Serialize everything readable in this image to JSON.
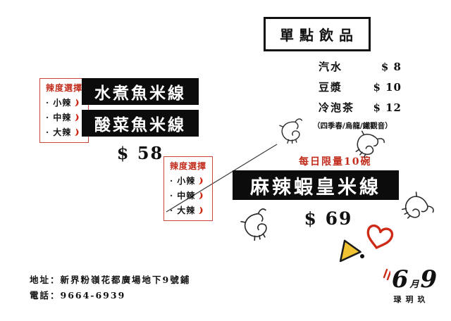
{
  "colors": {
    "ink": "#111111",
    "accent_red": "#cd2a18",
    "banner_bg": "#0c0c0c"
  },
  "drinks": {
    "title": "單點飲品",
    "items": [
      {
        "name": "汽水",
        "price": "$ 8"
      },
      {
        "name": "豆漿",
        "price": "$ 10"
      },
      {
        "name": "冷泡茶",
        "price": "$ 12"
      }
    ],
    "note": "（四季春/烏龍/鐵觀音）"
  },
  "left_section": {
    "spice": {
      "label": "辣度選擇",
      "options": [
        "小辣",
        "中辣",
        "大辣"
      ]
    },
    "dishes": [
      "水煮魚米線",
      "酸菜魚米線"
    ],
    "price": "$ 58"
  },
  "right_section": {
    "spice": {
      "label": "辣度選擇",
      "options": [
        "小辣",
        "中辣",
        "大辣"
      ]
    },
    "limit_note": "每日限量10碗",
    "dish": "麻辣蝦皇米線",
    "price": "$ 69"
  },
  "footer": {
    "address": "地址：新界粉嶺花都廣場地下9號鋪",
    "phone": "電話：9664-6939"
  },
  "logo": {
    "digit_left": "6",
    "digit_month": "月",
    "digit_right": "9",
    "subtext": "琭玥玖"
  },
  "icons": {
    "chili": "chili-icon",
    "shrimp": "shrimp-doodle",
    "heart": "heart-doodle",
    "triangle": "triangle-doodle"
  }
}
